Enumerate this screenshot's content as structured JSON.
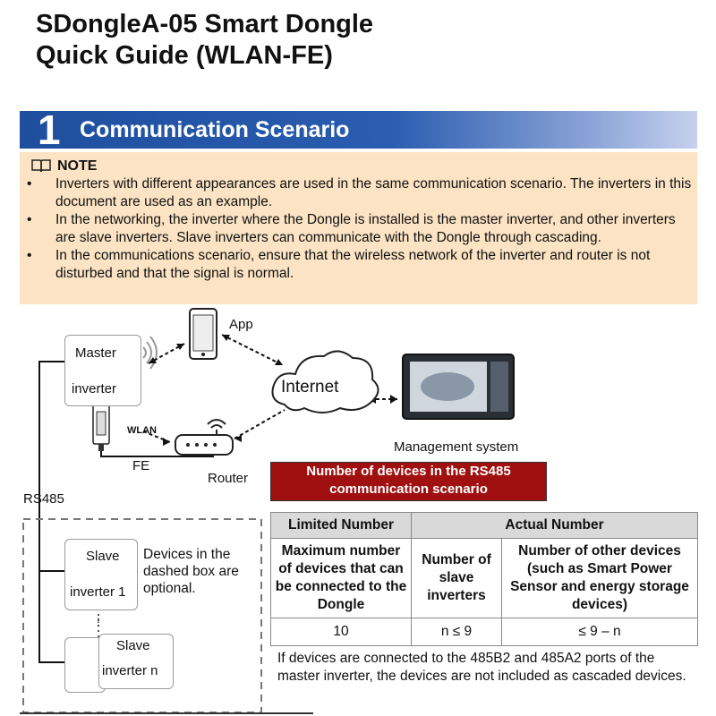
{
  "header": {
    "title_line1": "SDongleA-05 Smart Dongle",
    "title_line2": "Quick Guide (WLAN-FE)"
  },
  "section": {
    "number": "1",
    "title": "Communication Scenario"
  },
  "note": {
    "heading": "NOTE",
    "bullet_char": "•",
    "items": [
      "Inverters with different appearances are used in the same communication scenario. The inverters in this document are used as an example.",
      "In the networking, the inverter where the Dongle is installed is the master inverter, and other inverters are slave inverters. Slave inverters can communicate with the Dongle through cascading.",
      "In the communications scenario, ensure that the wireless network of the inverter and router is not disturbed and that the signal is normal."
    ]
  },
  "diagram": {
    "app": "App",
    "master": "Master",
    "master_inverter": "inverter",
    "internet": "Internet",
    "wlan": "WLAN",
    "fe": "FE",
    "router": "Router",
    "management_system": "Management system",
    "rs485": "RS485",
    "slave1_top": "Slave",
    "slave1_bottom": "inverter 1",
    "slaven_top": "Slave",
    "slaven_bottom": "inverter n",
    "ellipsis": "⋮",
    "optional_note": "Devices in the dashed box are optional."
  },
  "table_title": "Number of devices in the RS485 communication scenario",
  "table": {
    "headers": [
      "Limited Number",
      "Actual Number"
    ],
    "subheaders": [
      "Maximum number of devices that can be connected to the Dongle",
      "Number of slave inverters",
      "Number of other devices (such as Smart Power Sensor and energy storage devices)"
    ],
    "values": [
      "10",
      "n ≤ 9",
      "≤ 9 – n"
    ]
  },
  "footnote": "If devices are connected to the 485B2 and 485A2 ports of the master inverter, the devices are not included as cascaded devices."
}
